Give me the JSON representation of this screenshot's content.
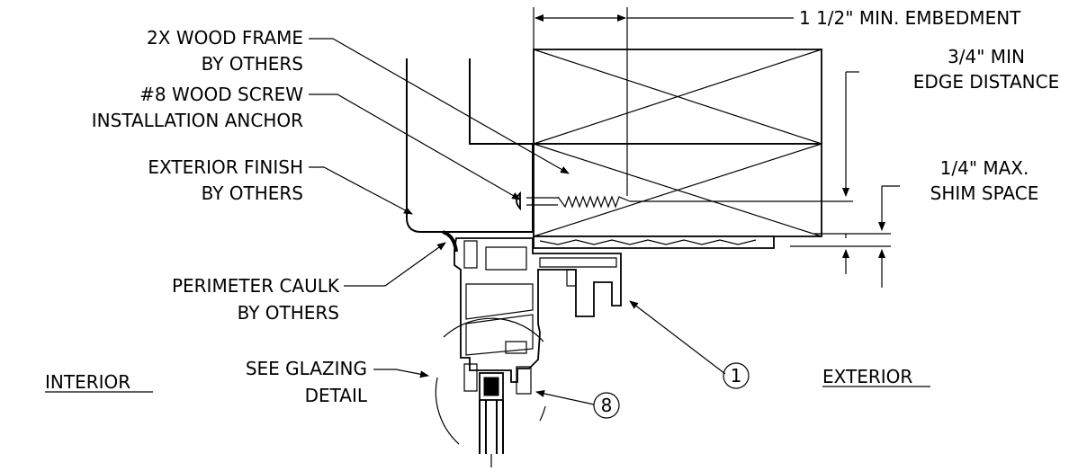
{
  "labels": {
    "embedment": "1 1/2\" MIN. EMBEDMENT",
    "edge_1": "3/4\" MIN",
    "edge_2": "EDGE DISTANCE",
    "shim_1": "1/4\" MAX.",
    "shim_2": "SHIM SPACE",
    "frame_1": "2X WOOD FRAME",
    "frame_2": "BY OTHERS",
    "screw_1": "#8 WOOD SCREW",
    "screw_2": "INSTALLATION ANCHOR",
    "finish_1": "EXTERIOR FINISH",
    "finish_2": "BY OTHERS",
    "caulk_1": "PERIMETER CAULK",
    "caulk_2": "BY OTHERS",
    "glazing_1": "SEE GLAZING",
    "glazing_2": "DETAIL",
    "interior": "INTERIOR",
    "exterior": "EXTERIOR",
    "callout_1": "1",
    "callout_8": "8"
  },
  "colors": {
    "line": "#000000",
    "background": "#ffffff"
  }
}
